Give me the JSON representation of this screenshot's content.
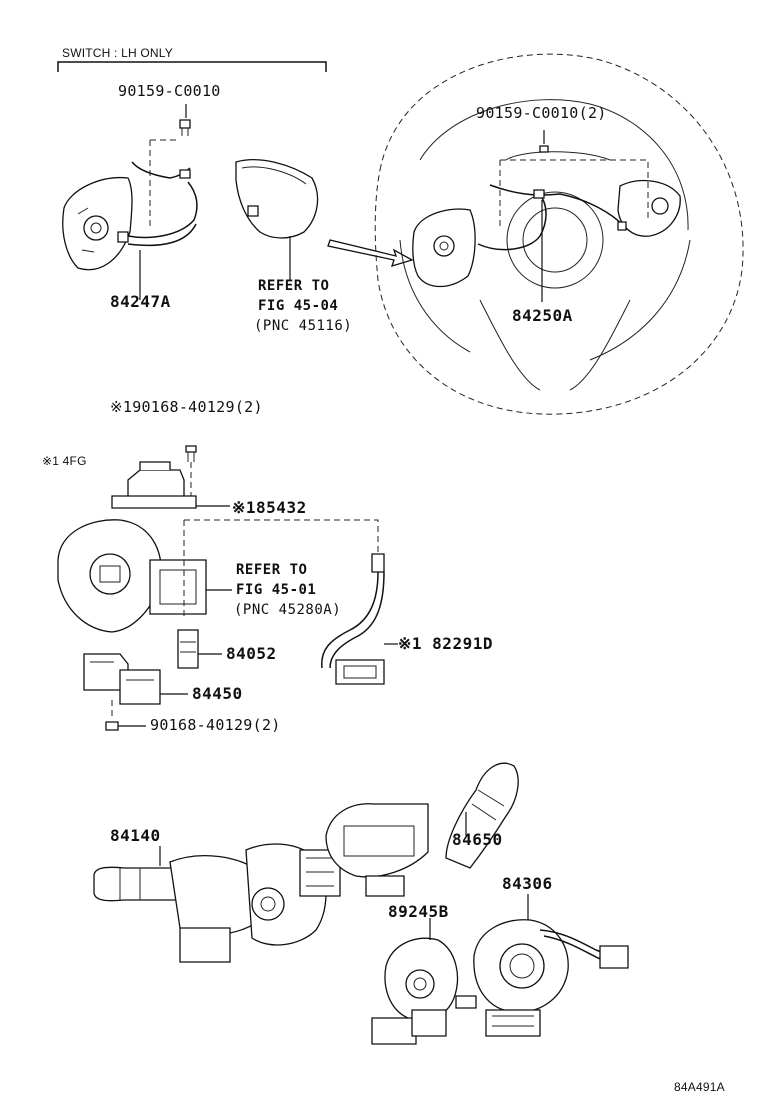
{
  "note_top": "SWITCH : LH ONLY",
  "note_4fg": "※1 4FG",
  "labels": {
    "screw_top": "90159-C0010",
    "screw_wheel": "90159-C0010(2)",
    "pn_84247A": "84247A",
    "ref1_a": "REFER TO",
    "ref1_b": "FIG 45-04",
    "ref1_c": "(PNC 45116)",
    "pn_84250A": "84250A",
    "screw_4fg": "※190168-40129(2)",
    "pn_85432": "※185432",
    "ref2_a": "REFER TO",
    "ref2_b": "FIG 45-01",
    "ref2_c": "(PNC 45280A)",
    "pn_84052": "84052",
    "pn_82291D": "※1 82291D",
    "pn_84450": "84450",
    "screw_bottom": "90168-40129(2)",
    "pn_84140": "84140",
    "pn_84650": "84650",
    "pn_84306": "84306",
    "pn_89245B": "89245B",
    "diagram_id": "84A491A"
  }
}
